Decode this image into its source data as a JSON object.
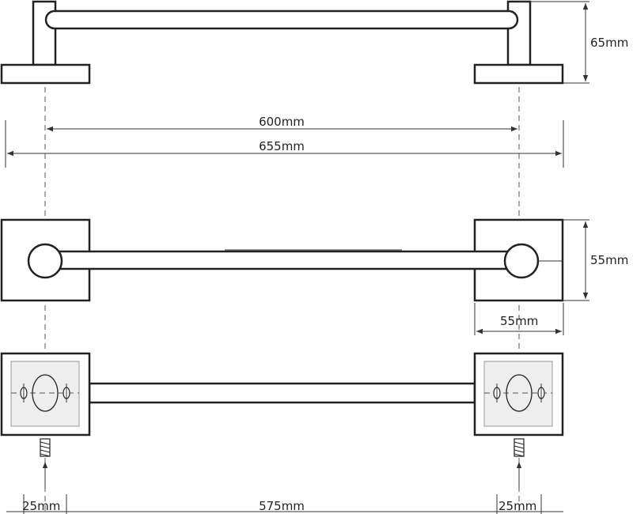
{
  "diagram": {
    "dimensions": {
      "height": "65mm",
      "center_distance": "600mm",
      "overall_length": "655mm",
      "base_height": "55mm",
      "base_width": "55mm",
      "left_offset": "25mm",
      "inner_length": "575mm",
      "right_offset": "25mm"
    },
    "colors": {
      "line": "#222222",
      "background": "#ffffff",
      "mount_plate": "#eeeeee"
    }
  }
}
